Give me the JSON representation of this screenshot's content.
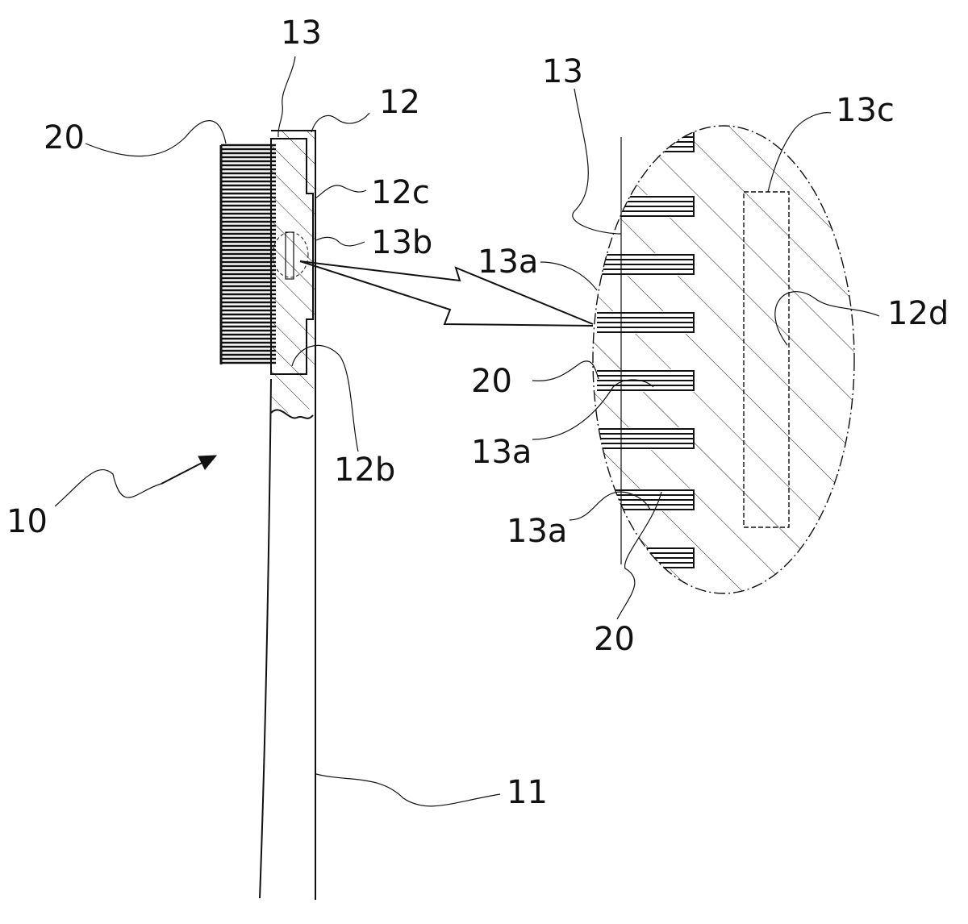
{
  "figure": {
    "labels": {
      "l13_top": "13",
      "l12": "12",
      "l20_left": "20",
      "l12c": "12c",
      "l13b": "13b",
      "l12b": "12b",
      "l10": "10",
      "l11": "11",
      "l13_detail": "13",
      "l13c": "13c",
      "l13a_1": "13a",
      "l12d": "12d",
      "l20_detail": "20",
      "l13a_2": "13a",
      "l13a_3": "13a",
      "l20_bottom": "20"
    },
    "colors": {
      "ink": "#111111",
      "background": "#ffffff"
    }
  }
}
